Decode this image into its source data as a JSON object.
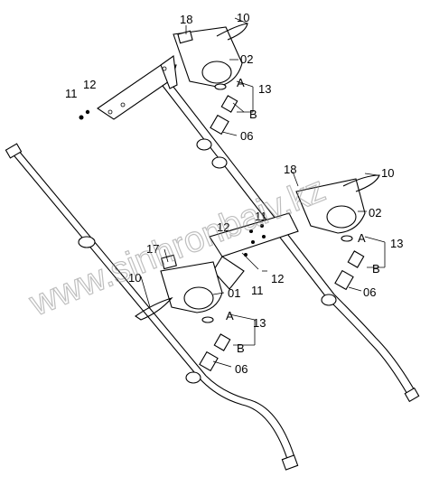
{
  "watermark": "www.sinhronbaiv.kz",
  "labels": {
    "l18a": "18",
    "l10a": "10",
    "l02a": "02",
    "l12a": "12",
    "l11a": "11",
    "lAa": "A",
    "l13a": "13",
    "lBa": "B",
    "l06a": "06",
    "l18b": "18",
    "l10b": "10",
    "l02b": "02",
    "l11b": "11",
    "l12b": "12",
    "lAb": "A",
    "l13b": "13",
    "lBb": "B",
    "l06b": "06",
    "l17": "17",
    "l10c": "10",
    "l01": "01",
    "l11c": "11",
    "l12c": "12",
    "lAc": "A",
    "l13c": "13",
    "lBc": "B",
    "l06c": "06"
  }
}
